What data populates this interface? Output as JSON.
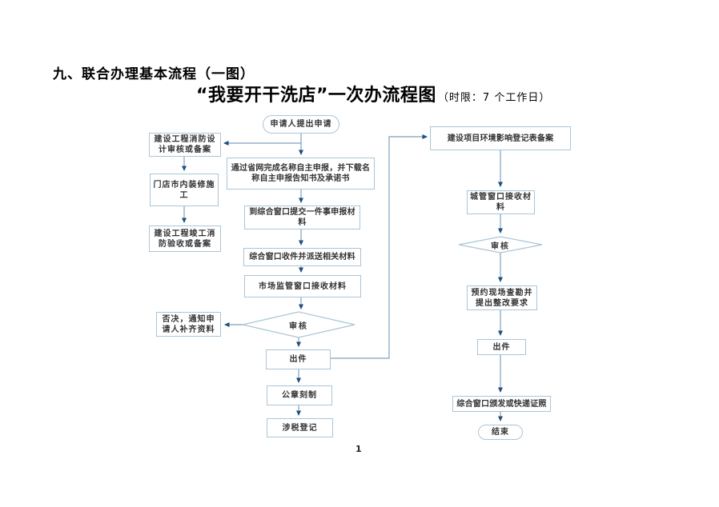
{
  "document": {
    "heading": "九、联合办理基本流程（一图）",
    "title": "“我要开干洗店”一次办流程图",
    "title_note": "（时限：7 个工作日）",
    "page_number": "1"
  },
  "flowchart": {
    "nodes": {
      "start": "申请人提出申请",
      "fire_design_review": "建设工程消防设计审核或备案",
      "store_renovation": "门店市内装修施工",
      "fire_completion_acceptance": "建设工程竣工消防验收或备案",
      "online_name_declaration": "通过省网完成名称自主申报，并下载名称自主申报告知书及承诺书",
      "submit_materials_window": "到综合窗口提交一件事申报材料",
      "window_receive_dispatch": "综合窗口收件并派送相关材料",
      "market_regulation_receive": "市场监管窗口接收材料",
      "review_mid": "审核",
      "reject_notify": "否决，通知申请人补齐资料",
      "issue_mid": "出件",
      "seal_engraving": "公章刻制",
      "tax_registration": "涉税登记",
      "env_registration": "建设项目环境影响登记表备案",
      "urban_mgmt_receive": "城管窗口接收材料",
      "review_right": "审核",
      "site_survey": "预约现场查勘并提出整改要求",
      "issue_right": "出件",
      "license_delivery": "综合窗口颁发或快递证照",
      "end": "结束"
    },
    "colors": {
      "node_border": "#a9c5d8",
      "connector_line": "#7f9fbf",
      "arrowhead": "#1f4e79",
      "node_text": "#333333"
    }
  }
}
